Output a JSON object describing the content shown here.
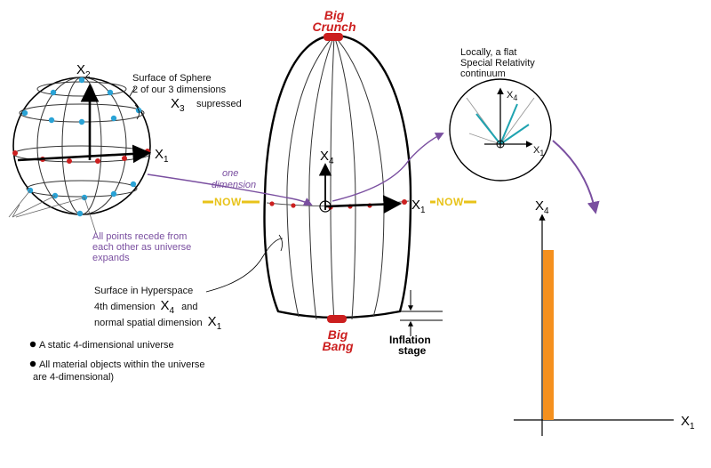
{
  "labels": {
    "sphere_x2": "X",
    "sphere_x2_sub": "2",
    "sphere_x1": "X",
    "sphere_x1_sub": "1",
    "surface_title": "Surface of Sphere",
    "surface_sub": "2 of our 3 dimensions",
    "x3_letter": "X",
    "x3_sub": "3",
    "x3_suppressed": "supressed",
    "big_crunch_1": "Big",
    "big_crunch_2": "Crunch",
    "big_bang_1": "Big",
    "big_bang_2": "Bang",
    "center_x4": "X",
    "center_x4_sub": "4",
    "center_x1": "X",
    "center_x1_sub": "1",
    "now_left": "NOW",
    "now_right": "NOW",
    "one": "one",
    "dimension": "dimension",
    "recede_1": "All points recede from",
    "recede_2": "each other as universe",
    "recede_3": "expands",
    "hyper_1": "Surface in Hyperspace",
    "hyper_2": "4th dimension",
    "hyper_x4": "X",
    "hyper_x4_sub": "4",
    "hyper_and": "and",
    "hyper_3": "normal spatial dimension",
    "hyper_x1": "X",
    "hyper_x1_sub": "1",
    "inflation_1": "Inflation",
    "inflation_2": "stage",
    "locally_1": "Locally, a flat",
    "locally_2": "Special Relativity",
    "locally_3": "continuum",
    "local_x4": "X",
    "local_x4_sub": "4",
    "local_x1": "X",
    "local_x1_sub": "1",
    "bullet_1": "A static 4-dimensional universe",
    "bullet_2a": "All material objects within the universe",
    "bullet_2b": "are 4-dimensional)",
    "plot_x4": "X",
    "plot_x4_sub": "4",
    "plot_x1": "X",
    "plot_x1_sub": "1"
  },
  "colors": {
    "red": "#cc1f1f",
    "blue_dot": "#2aa3d6",
    "teal": "#1fa3b0",
    "purple": "#7a4fa0",
    "now_yellow": "#e8c31a",
    "orange_bar": "#f5901e"
  }
}
